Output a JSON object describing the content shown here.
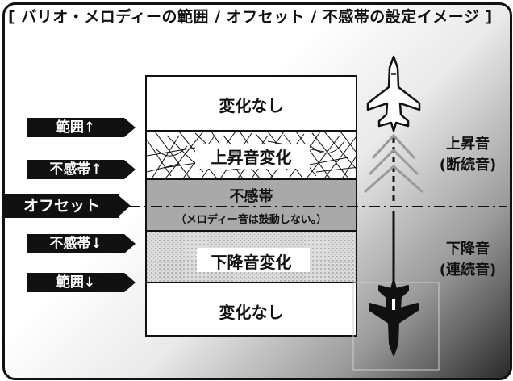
{
  "title": "[ バリオ・メロディーの範囲 / オフセット / 不感帯の設定イメージ ]",
  "bands": {
    "top_no_change": "変化なし",
    "rising_change": "上昇音変化",
    "deadband": "不感帯",
    "deadband_note": "（メロディー音は鼓動しない。）",
    "falling_change": "下降音変化",
    "bottom_no_change": "変化なし"
  },
  "side_labels": {
    "range_up": "範囲↑",
    "deadband_up": "不感帯↑",
    "offset": "オフセット",
    "deadband_down": "不感帯↓",
    "range_down": "範囲↓"
  },
  "right_labels": {
    "rising_line1": "上昇音",
    "rising_line2": "(断続音)",
    "falling_line1": "下降音",
    "falling_line2": "(連続音)"
  },
  "colors": {
    "dark": "#111111",
    "deadband_fill": "#a9a9a9",
    "falling_fill": "#dcdcdc",
    "white": "#ffffff"
  }
}
